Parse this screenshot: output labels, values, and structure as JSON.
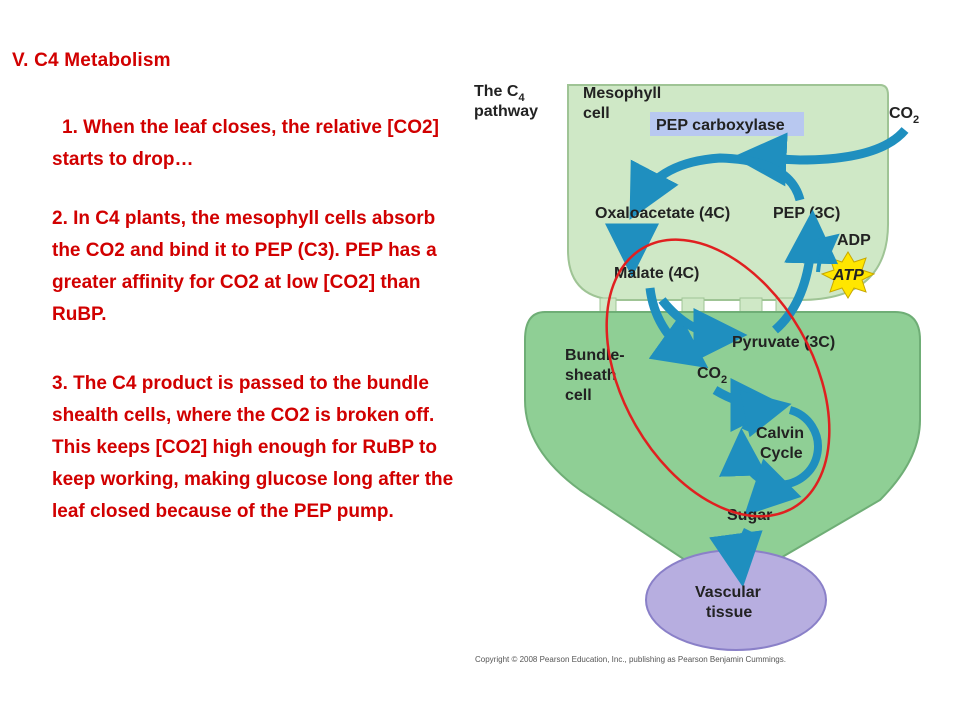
{
  "slide": {
    "title": "V. C4 Metabolism",
    "point1": "1. When the leaf closes, the relative [CO2] starts to drop…",
    "point2": "2. In C4 plants, the mesophyll cells absorb the CO2 and bind it to PEP (C3).  PEP has a greater affinity for CO2 at low [CO2] than RuBP.",
    "point3": "3. The C4 product is passed to the bundle shealth cells, where the CO2 is broken off.  This keeps [CO2] high enough for RuBP to keep working, making glucose long after the leaf closed because of the PEP pump."
  },
  "figure": {
    "title_line1": "The C",
    "title_sub": "4",
    "title_line2": "pathway",
    "mesophyll_line1": "Mesophyll",
    "mesophyll_line2": "cell",
    "enzyme": "PEP carboxylase",
    "co2_in": "CO",
    "co2_sub": "2",
    "oxaloacetate": "Oxaloacetate (4C)",
    "pep": "PEP (3C)",
    "adp": "ADP",
    "atp": "ATP",
    "malate": "Malate (4C)",
    "pyruvate": "Pyruvate (3C)",
    "bundle_line1": "Bundle-",
    "bundle_line2": "sheath",
    "bundle_line3": "cell",
    "co2_bundle": "CO",
    "co2_bundle_sub": "2",
    "calvin_line1": "Calvin",
    "calvin_line2": "Cycle",
    "sugar": "Sugar",
    "vascular_line1": "Vascular",
    "vascular_line2": "tissue",
    "copyright": "Copyright © 2008 Pearson Education, Inc., publishing as Pearson Benjamin Cummings.",
    "colors": {
      "mesophyll_fill": "#cfe8c6",
      "bundle_fill": "#8fcf95",
      "vascular_fill": "#b7aee0",
      "arrow": "#1f8fbf",
      "highlight_ellipse": "#e02020",
      "atp_star": "#ffe600",
      "enzyme_box": "#b8c8f0"
    }
  }
}
